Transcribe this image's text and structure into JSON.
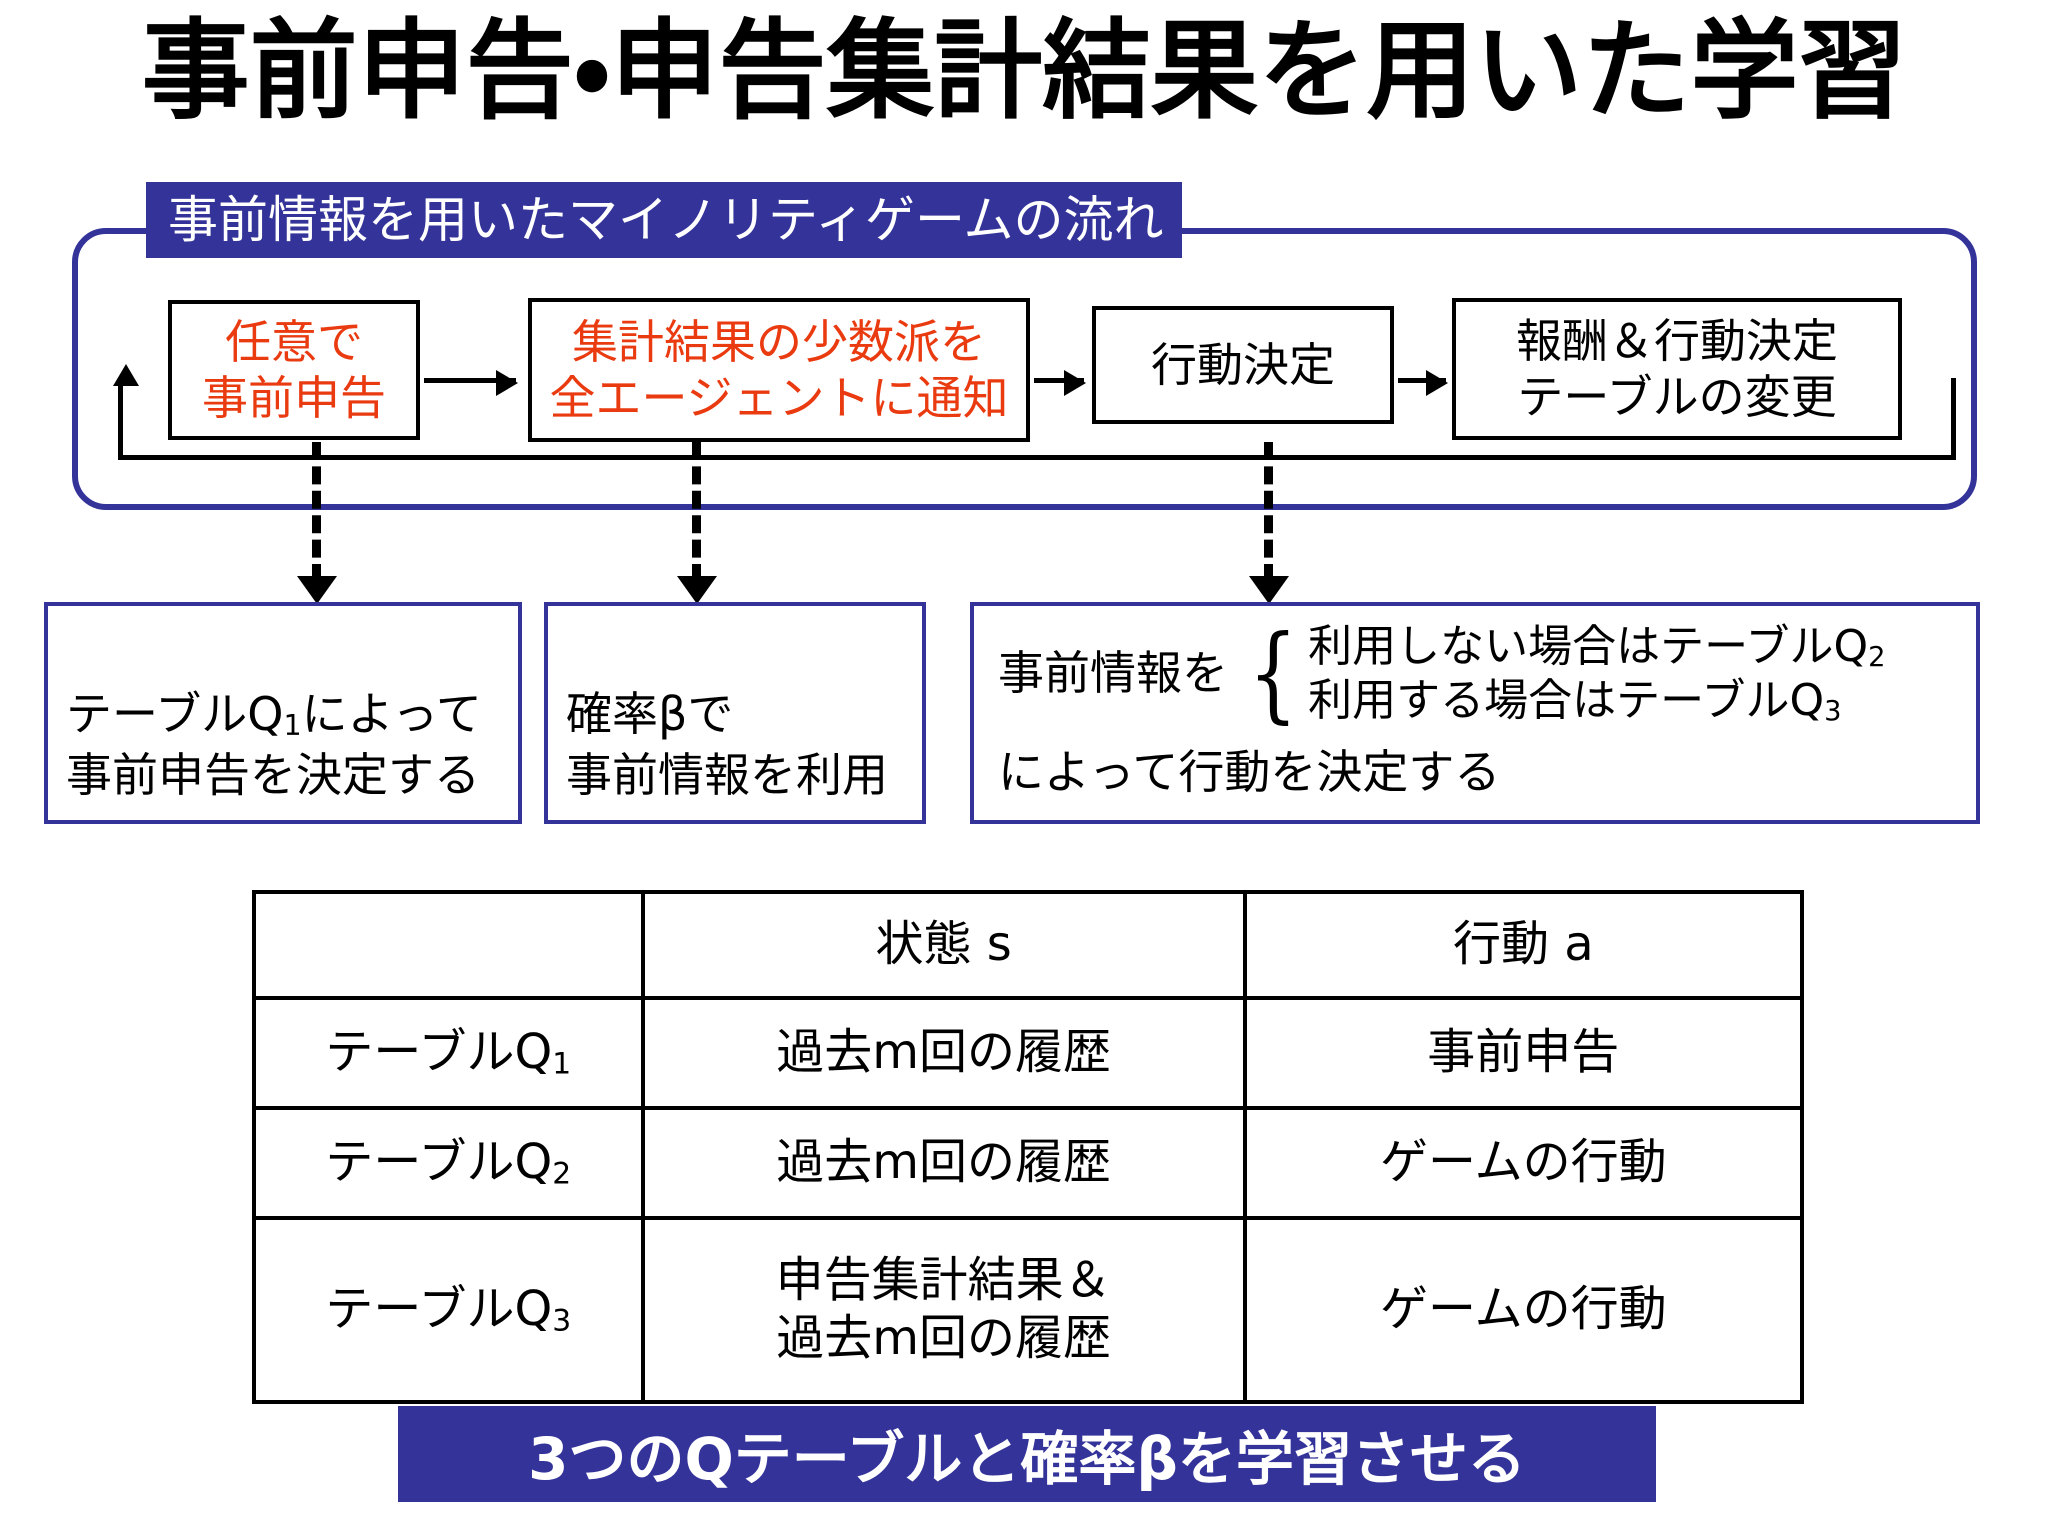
{
  "title": "事前申告・申告集計結果を用いた学習",
  "flow": {
    "banner": "事前情報を用いたマイノリティゲームの流れ",
    "boxes": [
      {
        "label": "任意で\n事前申告",
        "color": "#ea3a10"
      },
      {
        "label": "集計結果の少数派を\n全エージェントに通知",
        "color": "#ea3a10"
      },
      {
        "label": "行動決定",
        "color": "#000000"
      },
      {
        "label": "報酬＆行動決定\nテーブルの変更",
        "color": "#000000"
      }
    ],
    "frame_color": "#33339a",
    "banner_color": "#33339a"
  },
  "notes": {
    "q1": "テーブルQ1によって\n事前申告を決定する",
    "beta": "確率βで\n事前情報を利用",
    "prior": {
      "lead": "事前情報を",
      "case_no": "利用しない場合はテーブルQ2",
      "case_yes": "利用する場合はテーブルQ3",
      "tail": "によって行動を決定する"
    }
  },
  "table": {
    "headers": [
      "",
      "状態 s",
      "行動 a"
    ],
    "rows": [
      {
        "label": "テーブルQ1",
        "state": "過去m回の履歴",
        "action": "事前申告"
      },
      {
        "label": "テーブルQ2",
        "state": "過去m回の履歴",
        "action": "ゲームの行動"
      },
      {
        "label": "テーブルQ3",
        "state": "申告集計結果＆\n過去m回の履歴",
        "action": "ゲームの行動"
      }
    ]
  },
  "bottom_banner": {
    "text": "3つのQテーブルと確率βを学習させる",
    "color": "#33339a"
  }
}
